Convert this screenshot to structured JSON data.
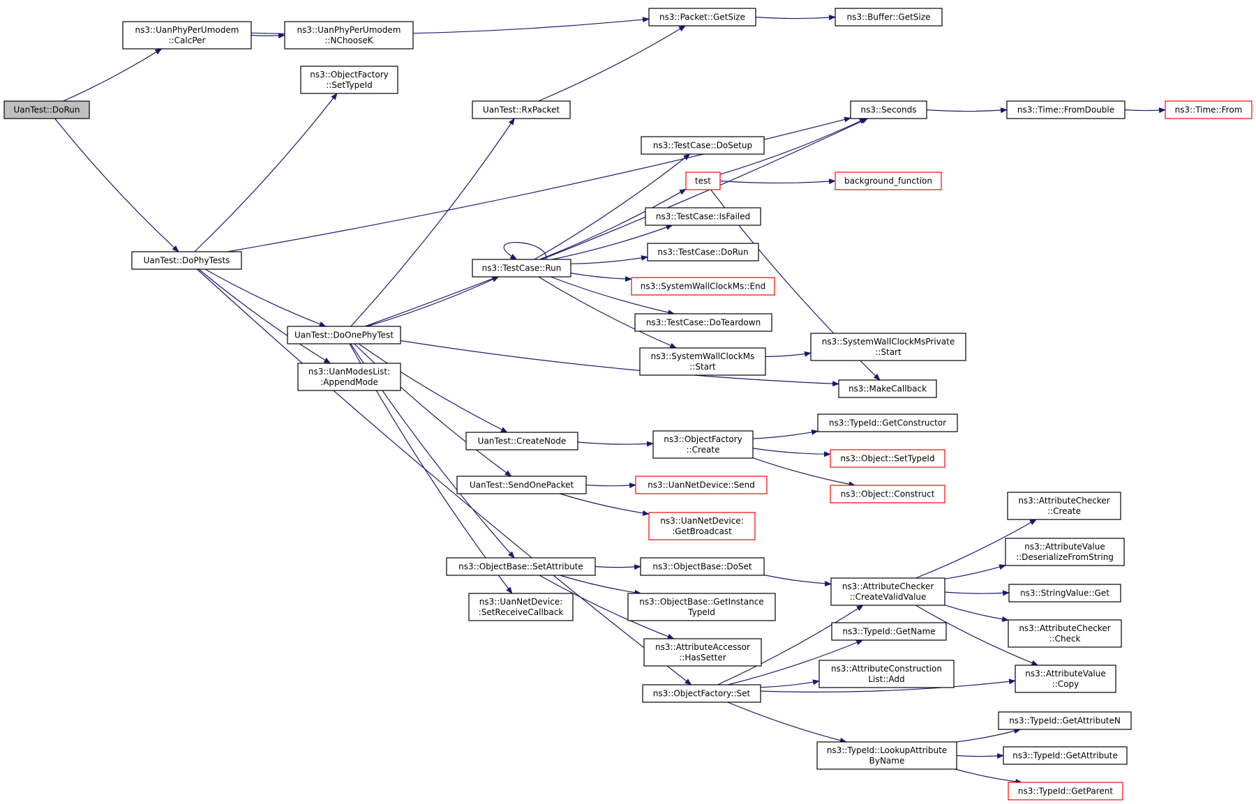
{
  "graph": {
    "colors": {
      "edge": "#191970",
      "border": "#000000",
      "highlight_border": "#ff0000",
      "root_fill": "#bfbfbf",
      "node_fill": "#ffffff"
    },
    "nodes": [
      {
        "id": "dorun",
        "lines": [
          "UanTest::DoRun"
        ],
        "root": true
      },
      {
        "id": "calcper",
        "lines": [
          "ns3::UanPhyPerUmodem",
          "::CalcPer"
        ]
      },
      {
        "id": "nchoosek",
        "lines": [
          "ns3::UanPhyPerUmodem",
          "::NChooseK"
        ]
      },
      {
        "id": "pktsize",
        "lines": [
          "ns3::Packet::GetSize"
        ]
      },
      {
        "id": "bufsize",
        "lines": [
          "ns3::Buffer::GetSize"
        ]
      },
      {
        "id": "settypeid_of",
        "lines": [
          "ns3::ObjectFactory",
          "::SetTypeId"
        ]
      },
      {
        "id": "rxpacket",
        "lines": [
          "UanTest::RxPacket"
        ]
      },
      {
        "id": "seconds",
        "lines": [
          "ns3::Seconds"
        ]
      },
      {
        "id": "fromdouble",
        "lines": [
          "ns3::Time::FromDouble"
        ]
      },
      {
        "id": "timefrom",
        "lines": [
          "ns3::Time::From"
        ],
        "red": true
      },
      {
        "id": "dosetup",
        "lines": [
          "ns3::TestCase::DoSetup"
        ]
      },
      {
        "id": "test",
        "lines": [
          "test"
        ],
        "red": true
      },
      {
        "id": "bgfunc",
        "lines": [
          "background_function"
        ],
        "red": true
      },
      {
        "id": "isfailed",
        "lines": [
          "ns3::TestCase::IsFailed"
        ]
      },
      {
        "id": "tcdorun",
        "lines": [
          "ns3::TestCase::DoRun"
        ]
      },
      {
        "id": "tcrun",
        "lines": [
          "ns3::TestCase::Run"
        ]
      },
      {
        "id": "swcend",
        "lines": [
          "ns3::SystemWallClockMs::End"
        ],
        "red": true
      },
      {
        "id": "doteardown",
        "lines": [
          "ns3::TestCase::DoTeardown"
        ]
      },
      {
        "id": "dophytests",
        "lines": [
          "UanTest::DoPhyTests"
        ]
      },
      {
        "id": "doonephytest",
        "lines": [
          "UanTest::DoOnePhyTest"
        ]
      },
      {
        "id": "swcstart",
        "lines": [
          "ns3::SystemWallClockMs",
          "::Start"
        ]
      },
      {
        "id": "swcpstart",
        "lines": [
          "ns3::SystemWallClockMsPrivate",
          "::Start"
        ]
      },
      {
        "id": "appendmode",
        "lines": [
          "ns3::UanModesList:",
          ":AppendMode"
        ]
      },
      {
        "id": "makecallback",
        "lines": [
          "ns3::MakeCallback"
        ]
      },
      {
        "id": "createnode",
        "lines": [
          "UanTest::CreateNode"
        ]
      },
      {
        "id": "ofcreate",
        "lines": [
          "ns3::ObjectFactory",
          "::Create"
        ]
      },
      {
        "id": "getconstructor",
        "lines": [
          "ns3::TypeId::GetConstructor"
        ]
      },
      {
        "id": "objsettypeid",
        "lines": [
          "ns3::Object::SetTypeId"
        ],
        "red": true
      },
      {
        "id": "sendonepacket",
        "lines": [
          "UanTest::SendOnePacket"
        ]
      },
      {
        "id": "netdevsend",
        "lines": [
          "ns3::UanNetDevice::Send"
        ],
        "red": true
      },
      {
        "id": "construct",
        "lines": [
          "ns3::Object::Construct"
        ],
        "red": true
      },
      {
        "id": "getbroadcast",
        "lines": [
          "ns3::UanNetDevice:",
          ":GetBroadcast"
        ],
        "red": true
      },
      {
        "id": "acreate",
        "lines": [
          "ns3::AttributeChecker",
          "::Create"
        ]
      },
      {
        "id": "setattribute",
        "lines": [
          "ns3::ObjectBase::SetAttribute"
        ]
      },
      {
        "id": "doset",
        "lines": [
          "ns3::ObjectBase::DoSet"
        ]
      },
      {
        "id": "deserialize",
        "lines": [
          "ns3::AttributeValue",
          "::DeserializeFromString"
        ]
      },
      {
        "id": "createvalid",
        "lines": [
          "ns3::AttributeChecker",
          "::CreateValidValue"
        ]
      },
      {
        "id": "setrecv",
        "lines": [
          "ns3::UanNetDevice:",
          ":SetReceiveCallback"
        ]
      },
      {
        "id": "getinsttype",
        "lines": [
          "ns3::ObjectBase::GetInstance",
          "TypeId"
        ]
      },
      {
        "id": "stringget",
        "lines": [
          "ns3::StringValue::Get"
        ]
      },
      {
        "id": "gettypeidname",
        "lines": [
          "ns3::TypeId::GetName"
        ]
      },
      {
        "id": "acheck",
        "lines": [
          "ns3::AttributeChecker",
          "::Check"
        ]
      },
      {
        "id": "hassetter",
        "lines": [
          "ns3::AttributeAccessor",
          "::HasSetter"
        ]
      },
      {
        "id": "acadd",
        "lines": [
          "ns3::AttributeConstruction",
          "List::Add"
        ]
      },
      {
        "id": "avcopy",
        "lines": [
          "ns3::AttributeValue",
          "::Copy"
        ]
      },
      {
        "id": "ofset",
        "lines": [
          "ns3::ObjectFactory::Set"
        ]
      },
      {
        "id": "getattrn",
        "lines": [
          "ns3::TypeId::GetAttributeN"
        ]
      },
      {
        "id": "lookupattr",
        "lines": [
          "ns3::TypeId::LookupAttribute",
          "ByName"
        ]
      },
      {
        "id": "getattr",
        "lines": [
          "ns3::TypeId::GetAttribute"
        ]
      },
      {
        "id": "getparent",
        "lines": [
          "ns3::TypeId::GetParent"
        ],
        "red": true
      }
    ],
    "edges": [
      [
        "dorun",
        "calcper"
      ],
      [
        "dorun",
        "dophytests"
      ],
      [
        "calcper",
        "nchoosek"
      ],
      [
        "calcper",
        "pktsize"
      ],
      [
        "pktsize",
        "bufsize"
      ],
      [
        "dophytests",
        "settypeid_of"
      ],
      [
        "dophytests",
        "seconds"
      ],
      [
        "dophytests",
        "doonephytest"
      ],
      [
        "dophytests",
        "appendmode"
      ],
      [
        "dophytests",
        "ofset"
      ],
      [
        "rxpacket",
        "pktsize"
      ],
      [
        "seconds",
        "fromdouble"
      ],
      [
        "fromdouble",
        "timefrom"
      ],
      [
        "doonephytest",
        "rxpacket"
      ],
      [
        "doonephytest",
        "seconds"
      ],
      [
        "doonephytest",
        "tcrun"
      ],
      [
        "doonephytest",
        "makecallback"
      ],
      [
        "doonephytest",
        "createnode"
      ],
      [
        "doonephytest",
        "sendonepacket"
      ],
      [
        "doonephytest",
        "setattribute"
      ],
      [
        "doonephytest",
        "setrecv"
      ],
      [
        "tcrun",
        "tcrun"
      ],
      [
        "tcrun",
        "dosetup"
      ],
      [
        "tcrun",
        "test"
      ],
      [
        "tcrun",
        "isfailed"
      ],
      [
        "tcrun",
        "tcdorun"
      ],
      [
        "tcrun",
        "swcend"
      ],
      [
        "tcrun",
        "doteardown"
      ],
      [
        "tcrun",
        "swcstart"
      ],
      [
        "test",
        "seconds"
      ],
      [
        "test",
        "bgfunc"
      ],
      [
        "test",
        "makecallback"
      ],
      [
        "swcstart",
        "swcpstart"
      ],
      [
        "createnode",
        "ofcreate"
      ],
      [
        "ofcreate",
        "getconstructor"
      ],
      [
        "ofcreate",
        "objsettypeid"
      ],
      [
        "ofcreate",
        "construct"
      ],
      [
        "sendonepacket",
        "netdevsend"
      ],
      [
        "sendonepacket",
        "getbroadcast"
      ],
      [
        "setattribute",
        "doset"
      ],
      [
        "setattribute",
        "getinsttype"
      ],
      [
        "setattribute",
        "hassetter"
      ],
      [
        "doset",
        "createvalid"
      ],
      [
        "createvalid",
        "acreate"
      ],
      [
        "createvalid",
        "deserialize"
      ],
      [
        "createvalid",
        "stringget"
      ],
      [
        "createvalid",
        "acheck"
      ],
      [
        "createvalid",
        "avcopy"
      ],
      [
        "ofset",
        "createvalid"
      ],
      [
        "ofset",
        "gettypeidname"
      ],
      [
        "ofset",
        "acadd"
      ],
      [
        "ofset",
        "avcopy"
      ],
      [
        "ofset",
        "lookupattr"
      ],
      [
        "lookupattr",
        "getattrn"
      ],
      [
        "lookupattr",
        "getattr"
      ],
      [
        "lookupattr",
        "getparent"
      ]
    ]
  }
}
